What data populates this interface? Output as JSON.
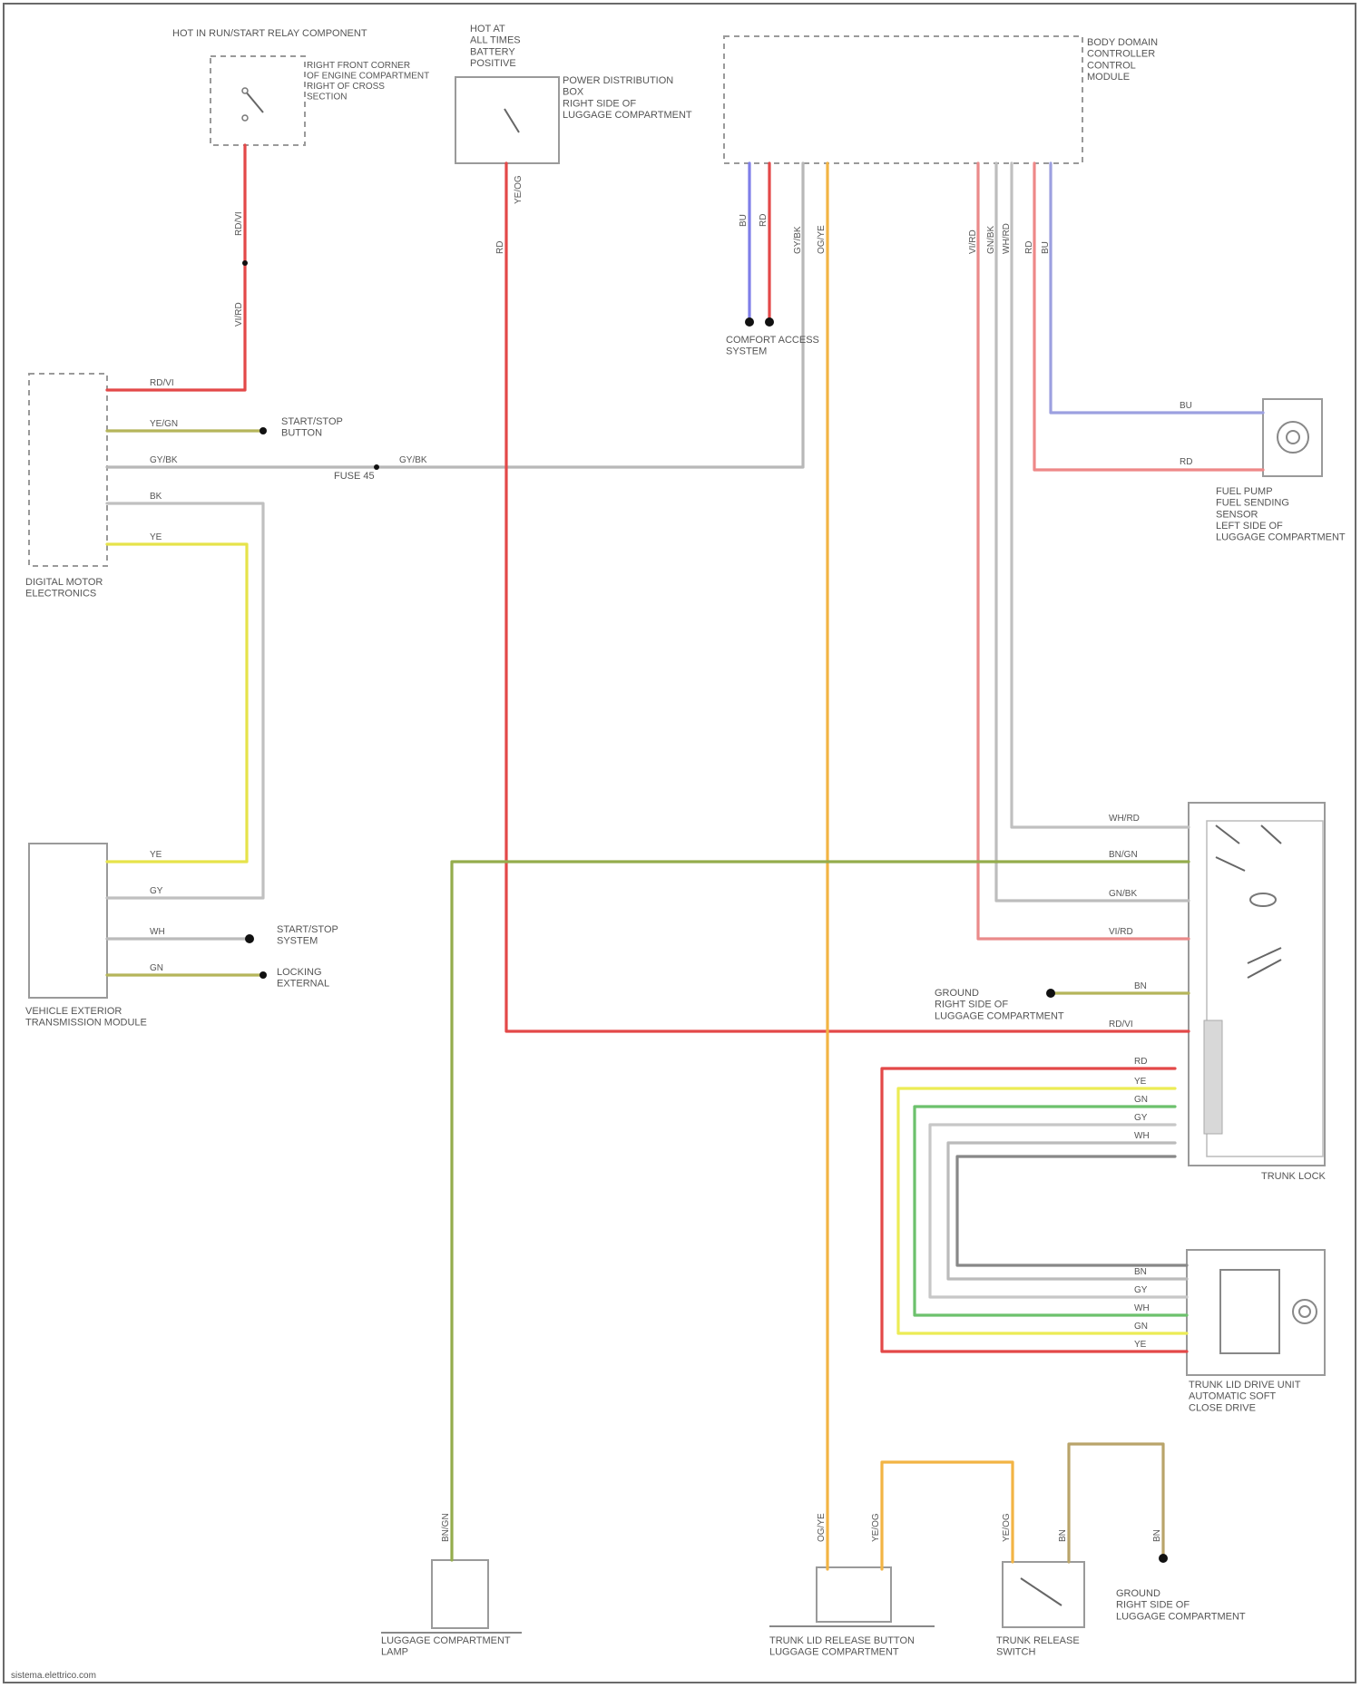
{
  "diagram": {
    "components": {
      "hot_in_run_relay": "HOT IN RUN/START RELAY COMPONENT",
      "hot_in_run_relay_loc": "RIGHT FRONT CORNER\nOF ENGINE COMPARTMENT\nRIGHT OF CROSS\nSECTION",
      "hot_at_all_times": "HOT AT\nALL TIMES\nBATTERY\nPOSITIVE",
      "power_distribution": "POWER DISTRIBUTION\nBOX\nRIGHT SIDE OF\nLUGGAGE COMPARTMENT",
      "body_control_module": "BODY DOMAIN\nCONTROLLER\nCONTROL\nMODULE",
      "dme": "DIGITAL MOTOR\nELECTRONICS",
      "transmission_module": "VEHICLE EXTERIOR\nTRANSMISSION MODULE",
      "start_stop": "START/STOP\nBUTTON",
      "fuel_pump": "FUEL PUMP\nFUEL SENDING\nSENSOR\nLEFT SIDE OF\nLUGGAGE COMPARTMENT",
      "trunk_lock": "TRUNK LOCK",
      "trunk_drive": "TRUNK LID DRIVE UNIT\nAUTOMATIC SOFT\nCLOSE DRIVE",
      "luggage_lamp": "LUGGAGE COMPARTMENT\nLAMP",
      "trunk_release_button": "TRUNK LID RELEASE BUTTON\nLUGGAGE COMPARTMENT",
      "trunk_release_switch": "TRUNK RELEASE\nSWITCH",
      "ground_right_luggage": "GROUND\nRIGHT SIDE OF\nLUGGAGE COMPARTMENT",
      "comfort_access": "COMFORT ACCESS\nSYSTEM",
      "ground_sensor_right": "GROUND\nRIGHT SIDE OF\nLUGGAGE COMPARTMENT",
      "start_system": "START/STOP\nSYSTEM",
      "lock_buttons": "LOCKING\nEXTERNAL",
      "fuse": "FUSE 45"
    },
    "wire_labels": {
      "red_vio": "RD/VI",
      "vio_red": "VI/RD",
      "red": "RD",
      "yel_org": "YE/OG",
      "wht_red": "WH/RD",
      "gry_blk": "GY/BK",
      "yel_grn": "YE/GN",
      "blu": "BU",
      "grn_blk": "GN/BK",
      "brn_grn": "BN/GN",
      "blk": "BK",
      "org_yel": "OG/YE",
      "brn": "BN",
      "yel": "YE",
      "grn": "GN",
      "wht": "WH",
      "gry": "GY"
    },
    "footer": "sistema.elettrico.com"
  }
}
